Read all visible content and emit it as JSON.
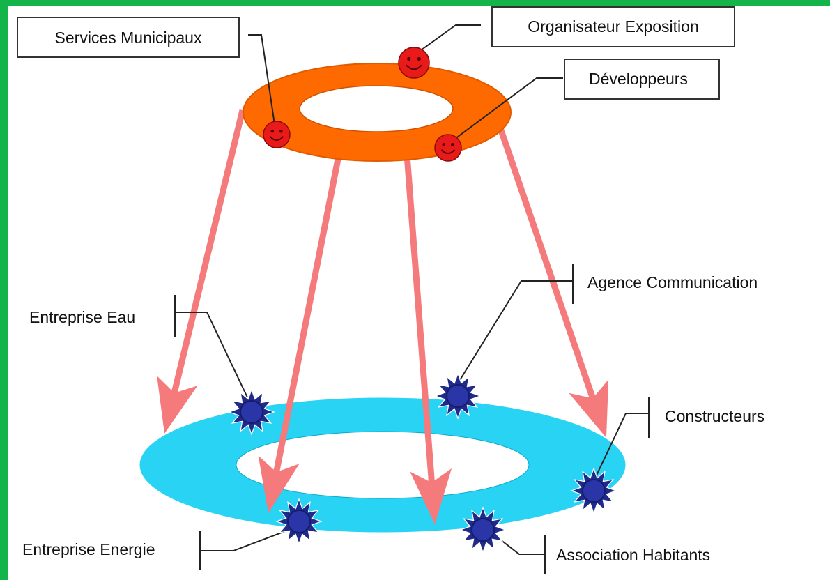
{
  "colors": {
    "border": "#13b54a",
    "top_ring": "#ff6a00",
    "bottom_ring": "#29d3f4",
    "arrow": "#f47a7c",
    "face": "#e81a1a",
    "star": "#1f2a8a"
  },
  "top_ring": {
    "actors": [
      {
        "label": "Services Municipaux",
        "icon": "smiley-face-icon"
      },
      {
        "label": "Organisateur Exposition",
        "icon": "smiley-face-icon"
      },
      {
        "label": "Développeurs",
        "icon": "smiley-face-icon"
      }
    ]
  },
  "bottom_ring": {
    "actors": [
      {
        "label": "Entreprise Eau",
        "icon": "star-icon"
      },
      {
        "label": "Agence Communication",
        "icon": "star-icon"
      },
      {
        "label": "Constructeurs",
        "icon": "star-icon"
      },
      {
        "label": "Entreprise Energie",
        "icon": "star-icon"
      },
      {
        "label": "Association Habitants",
        "icon": "star-icon"
      }
    ]
  }
}
